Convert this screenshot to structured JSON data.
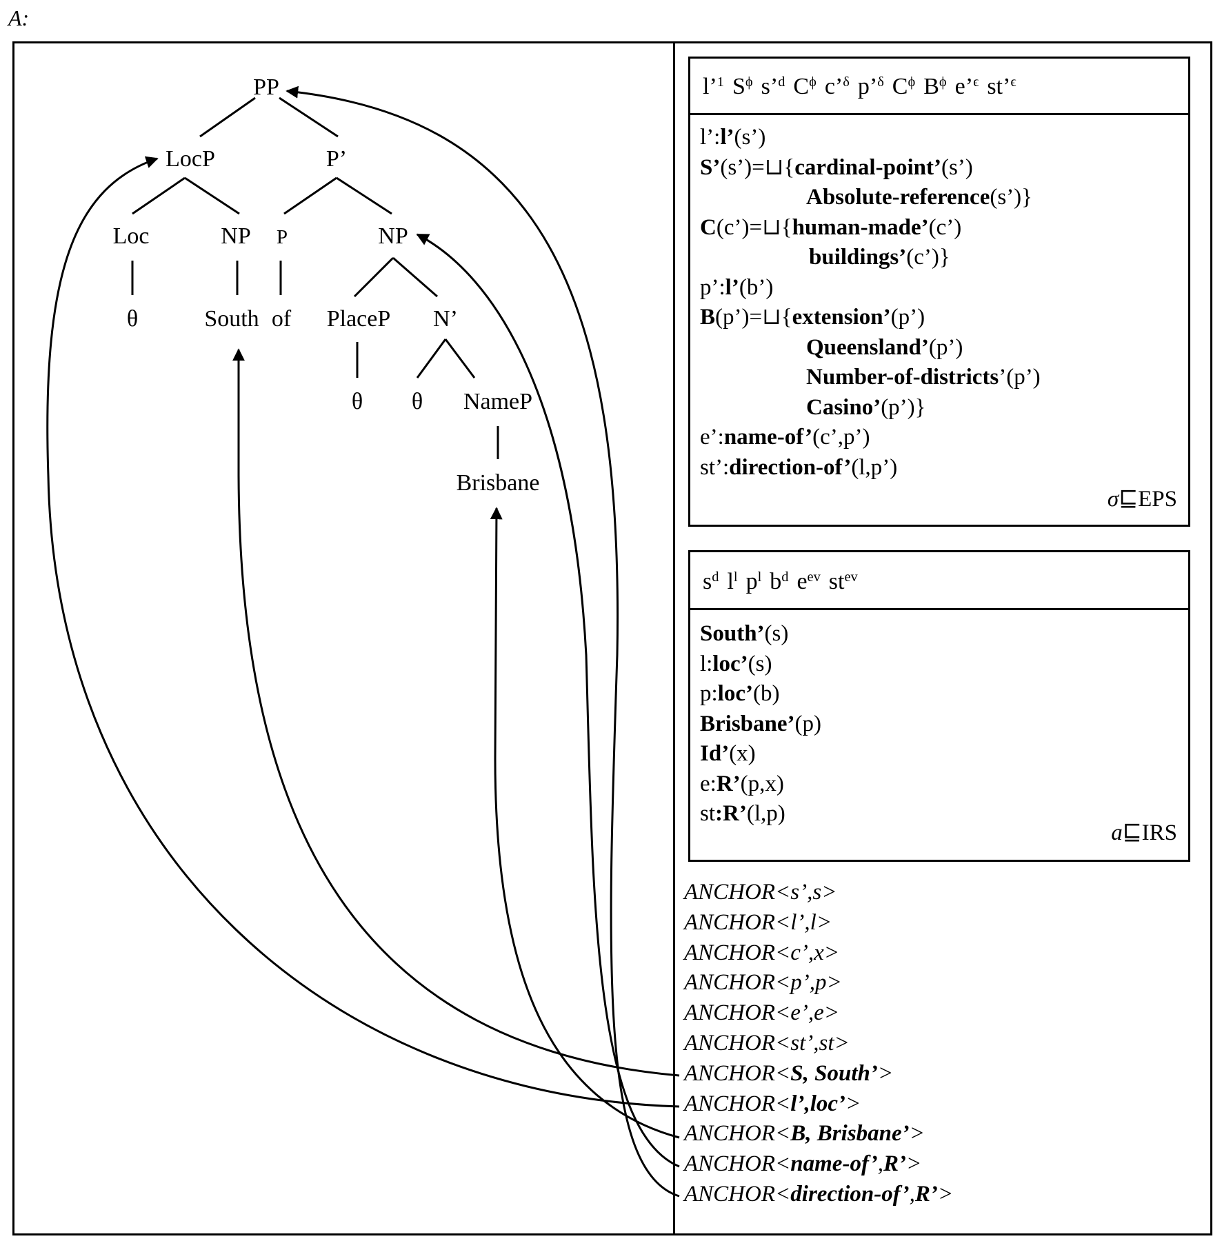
{
  "figure_label": "A:",
  "tree": {
    "pp": "PP",
    "locp": "LocP",
    "pbar": "P’",
    "loc": "Loc",
    "np_left": "NP",
    "p": "P",
    "np_right": "NP",
    "loc_theta": "θ",
    "south": "South",
    "of": "of",
    "placep": "PlaceP",
    "nbar": "N’",
    "placep_theta": "θ",
    "nbar_theta": "θ",
    "namep": "NameP",
    "brisbane": "Brisbane"
  },
  "eps_box": {
    "header": [
      {
        "base": "l’",
        "sup": "1"
      },
      {
        "base": "S",
        "sup": "ϕ"
      },
      {
        "base": "s’",
        "sup": "d"
      },
      {
        "base": "C",
        "sup": "ϕ"
      },
      {
        "base": "c’",
        "sup": "δ"
      },
      {
        "base": "p’",
        "sup": "δ"
      },
      {
        "base": "C",
        "sup": "ϕ"
      },
      {
        "base": "B",
        "sup": "ϕ"
      },
      {
        "base": "e’",
        "sup": "ϵ"
      },
      {
        "base": "st’",
        "sup": "ϵ"
      }
    ],
    "conditions": [
      {
        "indent": false,
        "parts": [
          {
            "t": "l’:",
            "b": false
          },
          {
            "t": "l’",
            "b": true
          },
          {
            "t": "(s’)",
            "b": false
          }
        ]
      },
      {
        "indent": false,
        "parts": [
          {
            "t": "S’",
            "b": true
          },
          {
            "t": "(s’)=⊔{",
            "b": false
          },
          {
            "t": "cardinal-point’",
            "b": true
          },
          {
            "t": "(s’)",
            "b": false
          }
        ]
      },
      {
        "indent": "wide",
        "parts": [
          {
            "t": "Absolute-reference",
            "b": true
          },
          {
            "t": "(s’)}",
            "b": false
          }
        ]
      },
      {
        "indent": false,
        "parts": [
          {
            "t": "C",
            "b": true
          },
          {
            "t": "(c’)=⊔{",
            "b": false
          },
          {
            "t": "human-made’",
            "b": true
          },
          {
            "t": "(c’)",
            "b": false
          }
        ]
      },
      {
        "indent": "mid",
        "parts": [
          {
            "t": "buildings’",
            "b": true
          },
          {
            "t": "(c’)}",
            "b": false
          }
        ]
      },
      {
        "indent": false,
        "parts": [
          {
            "t": "p’:",
            "b": false
          },
          {
            "t": "l’",
            "b": true
          },
          {
            "t": "(b’)",
            "b": false
          }
        ]
      },
      {
        "indent": false,
        "parts": [
          {
            "t": "B",
            "b": true
          },
          {
            "t": "(p’)=⊔{",
            "b": false
          },
          {
            "t": "extension’",
            "b": true
          },
          {
            "t": "(p’)",
            "b": false
          }
        ]
      },
      {
        "indent": "wide",
        "parts": [
          {
            "t": "Queensland’",
            "b": true
          },
          {
            "t": "(p’)",
            "b": false
          }
        ]
      },
      {
        "indent": "wide",
        "parts": [
          {
            "t": "Number-of-districts",
            "b": true
          },
          {
            "t": "’(p’)",
            "b": false
          }
        ]
      },
      {
        "indent": "wide",
        "parts": [
          {
            "t": "Casino’",
            "b": true
          },
          {
            "t": "(p’)}",
            "b": false
          }
        ]
      },
      {
        "indent": false,
        "parts": [
          {
            "t": "e’:",
            "b": false
          },
          {
            "t": "name-of’",
            "b": true
          },
          {
            "t": "(c’,p’)",
            "b": false
          }
        ]
      },
      {
        "indent": false,
        "parts": [
          {
            "t": "st’:",
            "b": false
          },
          {
            "t": "direction-of’",
            "b": true
          },
          {
            "t": "(l,p’)",
            "b": false
          }
        ]
      }
    ],
    "subscript_italic": "σ",
    "subscript_rest": "⊑EPS"
  },
  "irs_box": {
    "header": [
      {
        "base": "s",
        "sup": "d"
      },
      {
        "base": "l",
        "sup": "l"
      },
      {
        "base": "p",
        "sup": "l"
      },
      {
        "base": "b",
        "sup": "d"
      },
      {
        "base": "e",
        "sup": "ev"
      },
      {
        "base": "st",
        "sup": "ev"
      }
    ],
    "conditions": [
      {
        "indent": false,
        "parts": [
          {
            "t": "South’",
            "b": true
          },
          {
            "t": "(s)",
            "b": false
          }
        ]
      },
      {
        "indent": false,
        "parts": [
          {
            "t": "l:",
            "b": false
          },
          {
            "t": "loc’",
            "b": true
          },
          {
            "t": "(s)",
            "b": false
          }
        ]
      },
      {
        "indent": false,
        "parts": [
          {
            "t": "p:",
            "b": false
          },
          {
            "t": "loc’",
            "b": true
          },
          {
            "t": "(b)",
            "b": false
          }
        ]
      },
      {
        "indent": false,
        "parts": [
          {
            "t": "Brisbane’",
            "b": true
          },
          {
            "t": "(p)",
            "b": false
          }
        ]
      },
      {
        "indent": false,
        "parts": [
          {
            "t": "Id’",
            "b": true
          },
          {
            "t": "(x)",
            "b": false
          }
        ]
      },
      {
        "indent": false,
        "parts": [
          {
            "t": "e:",
            "b": false
          },
          {
            "t": "R’",
            "b": true
          },
          {
            "t": "(p,x)",
            "b": false
          }
        ]
      },
      {
        "indent": false,
        "parts": [
          {
            "t": "st",
            "b": false
          },
          {
            "t": ":R’",
            "b": true
          },
          {
            "t": "(l,p)",
            "b": false
          }
        ]
      }
    ],
    "subscript_italic": "a",
    "subscript_rest": "⊑IRS"
  },
  "anchors": [
    [
      {
        "t": "ANCHOR<s’,s>",
        "b": false
      }
    ],
    [
      {
        "t": "ANCHOR<l’,l>",
        "b": false
      }
    ],
    [
      {
        "t": "ANCHOR<c’,x>",
        "b": false
      }
    ],
    [
      {
        "t": "ANCHOR<p’,p>",
        "b": false
      }
    ],
    [
      {
        "t": "ANCHOR<e’,e>",
        "b": false
      }
    ],
    [
      {
        "t": "ANCHOR<st’,st>",
        "b": false
      }
    ],
    [
      {
        "t": "ANCHOR<",
        "b": false
      },
      {
        "t": "S, South’",
        "b": true
      },
      {
        "t": ">",
        "b": false
      }
    ],
    [
      {
        "t": "ANCHOR<",
        "b": false
      },
      {
        "t": "l’,loc’",
        "b": true
      },
      {
        "t": ">",
        "b": false
      }
    ],
    [
      {
        "t": "ANCHOR<",
        "b": false
      },
      {
        "t": "B, Brisbane’",
        "b": true
      },
      {
        "t": ">",
        "b": false
      }
    ],
    [
      {
        "t": "ANCHOR<",
        "b": false
      },
      {
        "t": "name-of’",
        "b": true
      },
      {
        "t": ",",
        "b": false
      },
      {
        "t": "R’",
        "b": true
      },
      {
        "t": ">",
        "b": false
      }
    ],
    [
      {
        "t": "ANCHOR<",
        "b": false
      },
      {
        "t": "direction-of’",
        "b": true
      },
      {
        "t": ",",
        "b": false
      },
      {
        "t": "R’",
        "b": true
      },
      {
        "t": ">",
        "b": false
      }
    ]
  ]
}
